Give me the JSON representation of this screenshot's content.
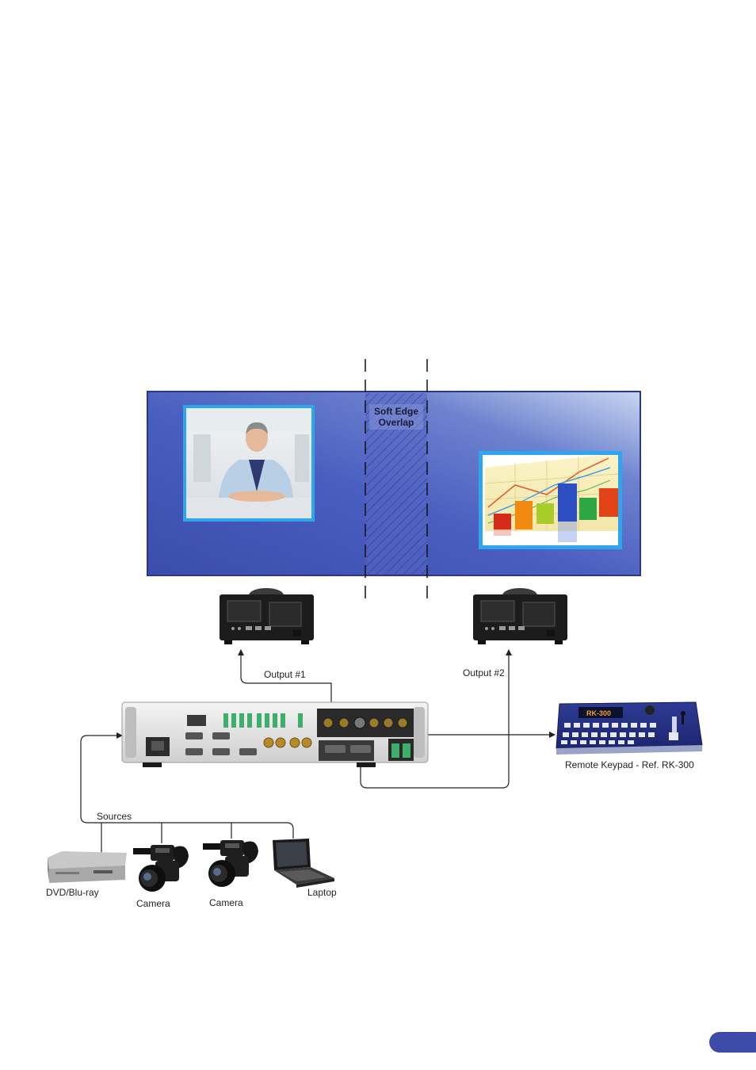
{
  "diagram": {
    "overlap_label_line1": "Soft Edge",
    "overlap_label_line2": "Overlap",
    "output1_label": "Output #1",
    "output2_label": "Output #2",
    "sources_label": "Sources",
    "keypad_label": "Remote Keypad - Ref. RK-300",
    "keypad_brand": "RK-300",
    "source_labels": {
      "dvd": "DVD/Blu-ray",
      "camera1": "Camera",
      "camera2": "Camera",
      "laptop": "Laptop"
    }
  },
  "colors": {
    "screen": "#4458b8",
    "image_border": "#2ea6ee",
    "line": "#222222",
    "page_tab": "#3d4aa8"
  }
}
